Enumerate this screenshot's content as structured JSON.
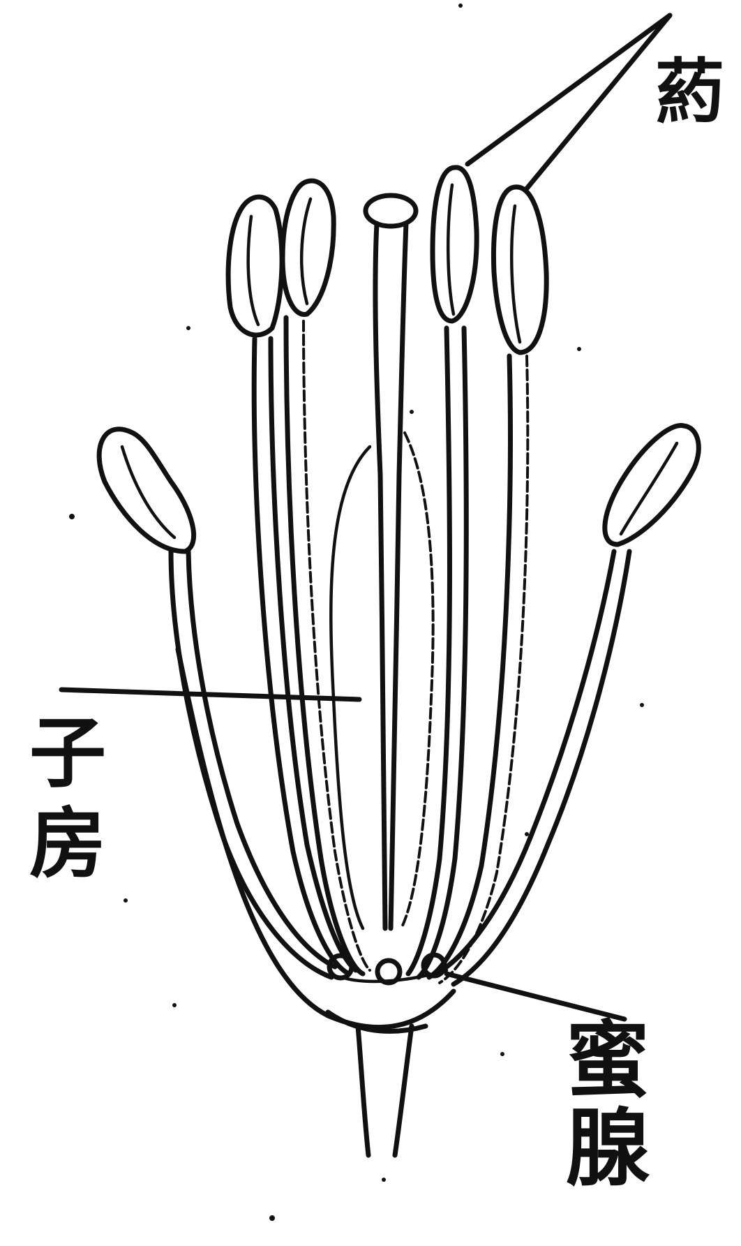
{
  "labels": {
    "anther": "葯",
    "ovary": "子房",
    "nectary": "蜜腺"
  },
  "colors": {
    "ink": "#111111",
    "paper": "#ffffff"
  }
}
